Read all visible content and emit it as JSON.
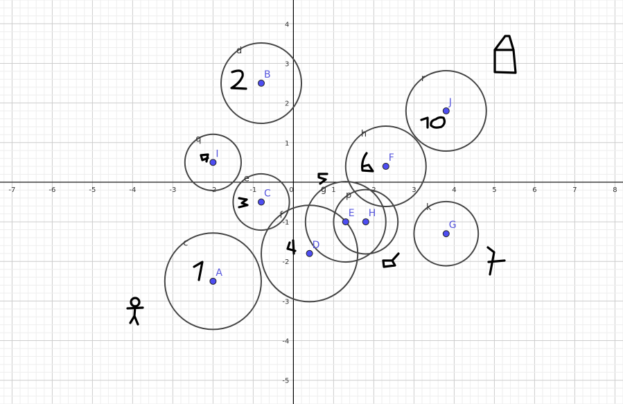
{
  "graph": {
    "x_range": [
      -7.3,
      8.2
    ],
    "y_range": [
      -5.6,
      4.6
    ],
    "x_ticks": [
      "-7",
      "-6",
      "-5",
      "-4",
      "-3",
      "-2",
      "-1",
      "0",
      "1",
      "2",
      "3",
      "4",
      "5",
      "6",
      "7",
      "8"
    ],
    "y_ticks": [
      "4",
      "3",
      "2",
      "1",
      "-1",
      "-2",
      "-3",
      "-4",
      "-5"
    ],
    "colors": {
      "grid_minor": "#eeeeee",
      "grid_major": "#cccccc",
      "axis": "#000000",
      "circle": "#444444",
      "point": "#4d4df2",
      "point_label": "#5555dd"
    }
  },
  "points": [
    {
      "name": "A",
      "x": -2,
      "y": -2.5
    },
    {
      "name": "B",
      "x": -0.8,
      "y": 2.5
    },
    {
      "name": "C",
      "x": -0.8,
      "y": -0.5
    },
    {
      "name": "D",
      "x": 0.4,
      "y": -1.8
    },
    {
      "name": "E",
      "x": 1.3,
      "y": -1
    },
    {
      "name": "F",
      "x": 2.3,
      "y": 0.4
    },
    {
      "name": "G",
      "x": 3.8,
      "y": -1.3
    },
    {
      "name": "H",
      "x": 1.8,
      "y": -1
    },
    {
      "name": "I",
      "x": -2,
      "y": 0.5
    },
    {
      "name": "J",
      "x": 3.8,
      "y": 1.8
    }
  ],
  "circles": [
    {
      "name": "c",
      "center": "A",
      "r": 1.2
    },
    {
      "name": "d",
      "center": "B",
      "r": 1.0
    },
    {
      "name": "e",
      "center": "C",
      "r": 0.7
    },
    {
      "name": "f",
      "center": "D",
      "r": 1.2
    },
    {
      "name": "g",
      "center": "E",
      "r": 1.0
    },
    {
      "name": "h",
      "center": "F",
      "r": 1.0
    },
    {
      "name": "k",
      "center": "G",
      "r": 0.8
    },
    {
      "name": "p",
      "center": "H",
      "r": 0.8
    },
    {
      "name": "q",
      "center": "I",
      "r": 0.7
    },
    {
      "name": "r",
      "center": "J",
      "r": 1.0
    }
  ],
  "handwritten_numbers": [
    "1",
    "2",
    "3",
    "4",
    "5",
    "6",
    "7",
    "8",
    "9",
    "10"
  ]
}
